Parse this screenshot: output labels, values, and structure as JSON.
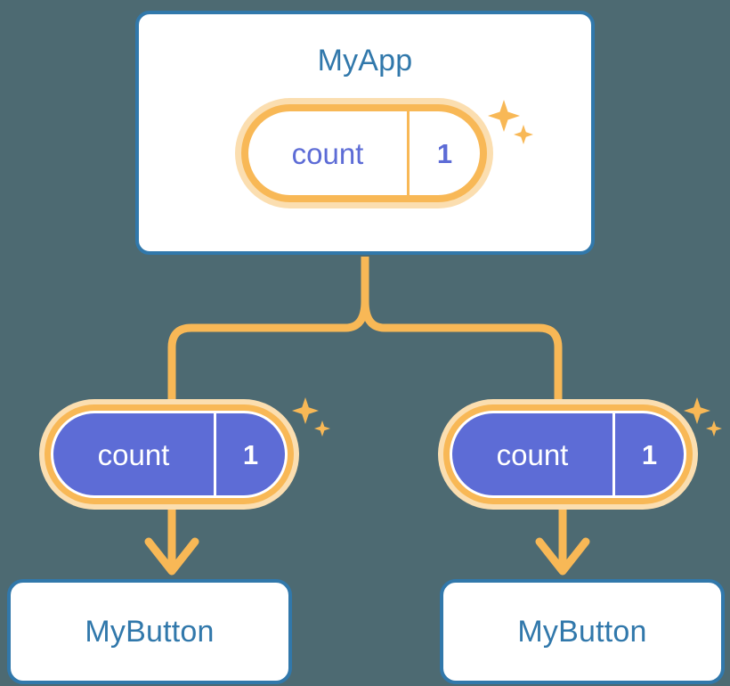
{
  "diagram": {
    "title": "React context / prop drilling component tree",
    "background_color": "#4d6a72",
    "accent_colors": {
      "card_border": "#3178ab",
      "card_title": "#3178ab",
      "pill_ring": "#f8b856",
      "pill_glow": "#fbdeb0",
      "state_fill": "#5d6cd6",
      "connector": "#f8b856"
    }
  },
  "root": {
    "card_label": "MyApp",
    "state": {
      "key": "count",
      "value": "1"
    },
    "sparkle_name": "sparkle-icon"
  },
  "branches": [
    {
      "state": {
        "key": "count",
        "value": "1"
      },
      "card_label": "MyButton",
      "sparkle_name": "sparkle-icon",
      "arrow_name": "down-arrow-icon"
    },
    {
      "state": {
        "key": "count",
        "value": "1"
      },
      "card_label": "MyButton",
      "sparkle_name": "sparkle-icon",
      "arrow_name": "down-arrow-icon"
    }
  ]
}
